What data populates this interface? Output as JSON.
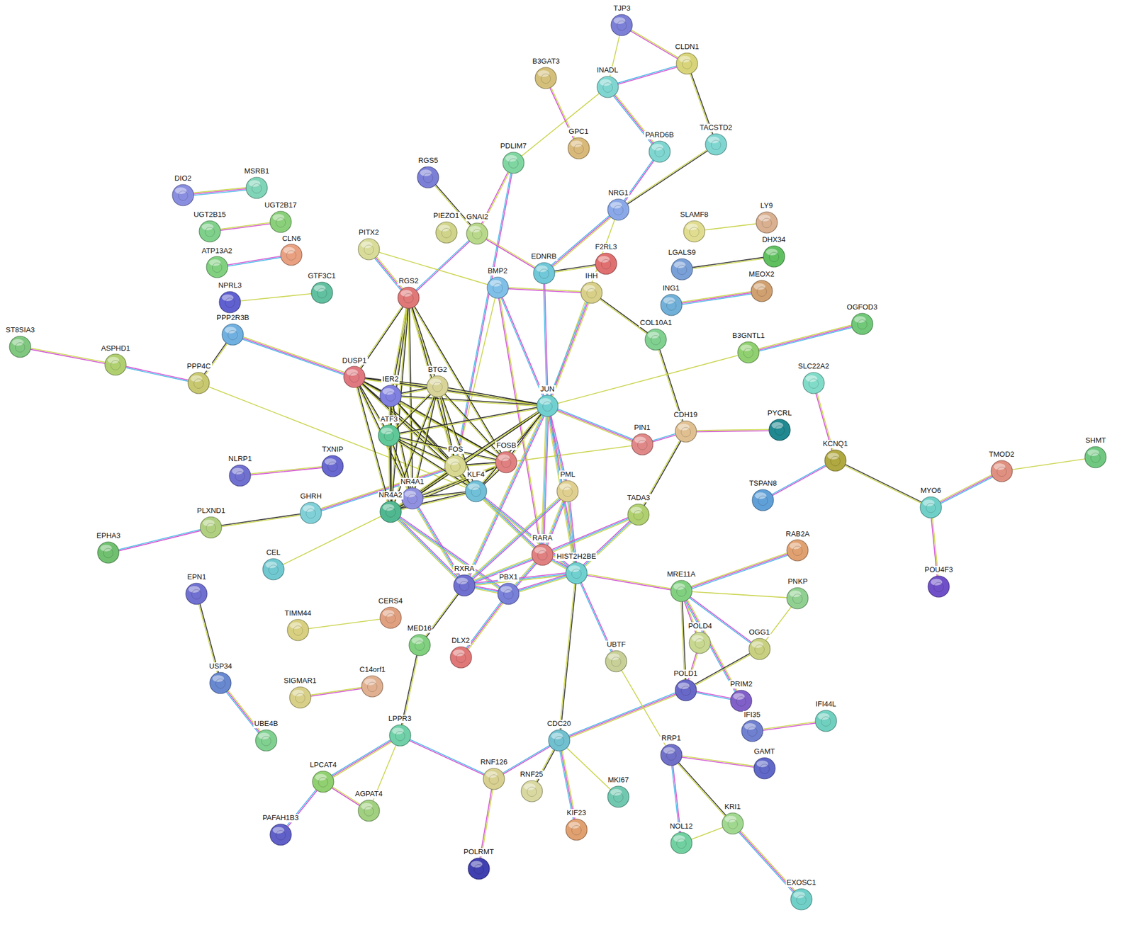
{
  "diagram": {
    "nodes": [
      {
        "text": [
          "TJP3"
        ]
      },
      {
        "text": [
          "CLDN1"
        ]
      },
      {
        "text": [
          "B3GAT3"
        ]
      },
      {
        "text": [
          "INADL"
        ]
      },
      {
        "text": [
          "GPC1"
        ]
      },
      {
        "text": [
          "PARD6B"
        ]
      },
      {
        "text": [
          "TACSTD2"
        ]
      },
      {
        "text": [
          "PDLIM7"
        ]
      },
      {
        "text": [
          "RGS5"
        ]
      },
      {
        "text": [
          "DIO2"
        ]
      },
      {
        "text": [
          "MSRB1"
        ]
      },
      {
        "text": [
          "NRG1"
        ]
      },
      {
        "text": [
          "SLAMF8"
        ]
      },
      {
        "text": [
          "LY9"
        ]
      },
      {
        "text": [
          "UGT2B15"
        ]
      },
      {
        "text": [
          "UGT2B17"
        ]
      },
      {
        "text": [
          "PIEZO1"
        ]
      },
      {
        "text": [
          "GNAI2"
        ]
      },
      {
        "text": [
          "PITX2"
        ]
      },
      {
        "text": [
          "CLN6"
        ]
      },
      {
        "text": [
          "ATP13A2"
        ]
      },
      {
        "text": [
          "DHX34"
        ]
      },
      {
        "text": [
          "F2RL3"
        ]
      },
      {
        "text": [
          "EDNRB"
        ]
      },
      {
        "text": [
          "BMP2"
        ]
      },
      {
        "text": [
          "IHH"
        ]
      },
      {
        "text": [
          "LGALS9"
        ]
      },
      {
        "text": [
          "MEOX2"
        ]
      },
      {
        "text": [
          "NPRL3"
        ]
      },
      {
        "text": [
          "GTF3C1"
        ]
      },
      {
        "text": [
          "RGS2"
        ]
      },
      {
        "text": [
          "ING1"
        ]
      },
      {
        "text": [
          "PPP2R3B"
        ]
      },
      {
        "text": [
          "OGFOD3"
        ]
      },
      {
        "text": [
          "COL10A1"
        ]
      },
      {
        "text": [
          "ST8SIA3"
        ]
      },
      {
        "text": [
          "ASPHD1"
        ]
      },
      {
        "text": [
          "B3GNTL1"
        ]
      },
      {
        "text": [
          "DUSP1"
        ]
      },
      {
        "text": [
          "PPP4C"
        ]
      },
      {
        "text": [
          "BTG2"
        ]
      },
      {
        "text": [
          "IER2"
        ]
      },
      {
        "text": [
          "JUN"
        ]
      },
      {
        "text": [
          "SLC22A2"
        ]
      },
      {
        "text": [
          "ATF3"
        ]
      },
      {
        "text": [
          "CDH19"
        ]
      },
      {
        "text": [
          "PYCRL"
        ]
      },
      {
        "text": [
          "PIN1"
        ]
      },
      {
        "text": [
          "NLRP1"
        ]
      },
      {
        "text": [
          "TXNIP"
        ]
      },
      {
        "text": [
          "FOSB"
        ]
      },
      {
        "text": [
          "FOS"
        ]
      },
      {
        "text": [
          "KCNQ1"
        ]
      },
      {
        "text": [
          "SHMT"
        ]
      },
      {
        "text": [
          "TMOD2"
        ]
      },
      {
        "text": [
          "NR4A1"
        ]
      },
      {
        "text": [
          "KLF4"
        ]
      },
      {
        "text": [
          "PML"
        ]
      },
      {
        "text": [
          "GHRH"
        ]
      },
      {
        "text": [
          "NR4A2"
        ]
      },
      {
        "text": [
          "PLXND1"
        ]
      },
      {
        "text": [
          "TADA3"
        ]
      },
      {
        "text": [
          "TSPAN8"
        ]
      },
      {
        "text": [
          "MYO6"
        ]
      },
      {
        "text": [
          "EPHA3"
        ]
      },
      {
        "text": [
          "RARA"
        ]
      },
      {
        "text": [
          "CEL"
        ]
      },
      {
        "text": [
          "RAB2A"
        ]
      },
      {
        "text": [
          "HIST2H2BE"
        ]
      },
      {
        "text": [
          "RXRA"
        ]
      },
      {
        "text": [
          "PBX1"
        ]
      },
      {
        "text": [
          "MRE11A"
        ]
      },
      {
        "text": [
          "PNKP"
        ]
      },
      {
        "text": [
          "POU4F3"
        ]
      },
      {
        "text": [
          "EPN1"
        ]
      },
      {
        "text": [
          "CERS4"
        ]
      },
      {
        "text": [
          "TIMM44"
        ]
      },
      {
        "text": [
          "MED16"
        ]
      },
      {
        "text": [
          "POLD4"
        ]
      },
      {
        "text": [
          "OGG1"
        ]
      },
      {
        "text": [
          "DLX2"
        ]
      },
      {
        "text": [
          "UBTF"
        ]
      },
      {
        "text": [
          "USP34"
        ]
      },
      {
        "text": [
          "C14orf1"
        ]
      },
      {
        "text": [
          "SIGMAR1"
        ]
      },
      {
        "text": [
          "POLD1"
        ]
      },
      {
        "text": [
          "PRIM2"
        ]
      },
      {
        "text": [
          "IFI35"
        ]
      },
      {
        "text": [
          "IFI44L"
        ]
      },
      {
        "text": [
          "LPPR3"
        ]
      },
      {
        "text": [
          "CDC20"
        ]
      },
      {
        "text": [
          "UBE4B"
        ]
      },
      {
        "text": [
          "RRP1"
        ]
      },
      {
        "text": [
          "GAMT"
        ]
      },
      {
        "text": [
          "LPCAT4"
        ]
      },
      {
        "text": [
          "RNF126"
        ]
      },
      {
        "text": [
          "RNF25"
        ]
      },
      {
        "text": [
          "MKI67"
        ]
      },
      {
        "text": [
          "AGPAT4"
        ]
      },
      {
        "text": [
          "KRI1"
        ]
      },
      {
        "text": [
          "KIF23"
        ]
      },
      {
        "text": [
          "NOL12"
        ]
      },
      {
        "text": [
          "PAFAH1B3"
        ]
      },
      {
        "text": [
          "POLRMT"
        ]
      },
      {
        "text": [
          "EXOSC1"
        ]
      }
    ],
    "edges": [
      {
        "from": 0,
        "to": 3,
        "arrow": "none"
      },
      {
        "from": 0,
        "to": 1,
        "arrow": "none"
      },
      {
        "from": 1,
        "to": 3,
        "arrow": "none"
      },
      {
        "from": 1,
        "to": 6,
        "arrow": "none"
      },
      {
        "from": 3,
        "to": 5,
        "arrow": "none"
      },
      {
        "from": 3,
        "to": 7,
        "arrow": "none"
      },
      {
        "from": 2,
        "to": 4,
        "arrow": "none"
      },
      {
        "from": 5,
        "to": 11,
        "arrow": "none"
      },
      {
        "from": 6,
        "to": 11,
        "arrow": "none"
      },
      {
        "from": 11,
        "to": 23,
        "arrow": "none"
      },
      {
        "from": 11,
        "to": 42,
        "arrow": "none"
      },
      {
        "from": 7,
        "to": 17,
        "arrow": "none"
      },
      {
        "from": 7,
        "to": 51,
        "arrow": "none"
      },
      {
        "from": 8,
        "to": 17,
        "arrow": "none"
      },
      {
        "from": 9,
        "to": 10,
        "arrow": "none"
      },
      {
        "from": 12,
        "to": 13,
        "arrow": "none"
      },
      {
        "from": 14,
        "to": 15,
        "arrow": "none"
      },
      {
        "from": 20,
        "to": 19,
        "arrow": "none"
      },
      {
        "from": 26,
        "to": 21,
        "arrow": "none"
      },
      {
        "from": 31,
        "to": 27,
        "arrow": "none"
      },
      {
        "from": 28,
        "to": 29,
        "arrow": "none"
      },
      {
        "from": 17,
        "to": 23,
        "arrow": "none"
      },
      {
        "from": 17,
        "to": 30,
        "arrow": "none"
      },
      {
        "from": 23,
        "to": 22,
        "arrow": "none"
      },
      {
        "from": 18,
        "to": 30,
        "arrow": "none"
      },
      {
        "from": 18,
        "to": 24,
        "arrow": "none"
      },
      {
        "from": 24,
        "to": 25,
        "arrow": "none"
      },
      {
        "from": 24,
        "to": 42,
        "arrow": "none"
      },
      {
        "from": 25,
        "to": 34,
        "arrow": "none"
      },
      {
        "from": 25,
        "to": 42,
        "arrow": "none"
      },
      {
        "from": 24,
        "to": 51,
        "arrow": "none"
      },
      {
        "from": 24,
        "to": 65,
        "arrow": "none"
      },
      {
        "from": 23,
        "to": 42,
        "arrow": "none"
      },
      {
        "from": 34,
        "to": 45,
        "arrow": "none"
      },
      {
        "from": 37,
        "to": 33,
        "arrow": "none"
      },
      {
        "from": 37,
        "to": 42,
        "arrow": "none"
      },
      {
        "from": 45,
        "to": 46,
        "arrow": "none"
      },
      {
        "from": 45,
        "to": 47,
        "arrow": "none"
      },
      {
        "from": 45,
        "to": 61,
        "arrow": "none"
      },
      {
        "from": 47,
        "to": 42,
        "arrow": "none"
      },
      {
        "from": 47,
        "to": 50,
        "arrow": "none"
      },
      {
        "from": 35,
        "to": 36,
        "arrow": "none"
      },
      {
        "from": 36,
        "to": 39,
        "arrow": "none"
      },
      {
        "from": 39,
        "to": 32,
        "arrow": "none"
      },
      {
        "from": 32,
        "to": 38,
        "arrow": "none"
      },
      {
        "from": 39,
        "to": 56,
        "arrow": "none"
      },
      {
        "from": 48,
        "to": 49,
        "arrow": "none"
      },
      {
        "from": 60,
        "to": 64,
        "arrow": "none"
      },
      {
        "from": 60,
        "to": 58,
        "arrow": "none"
      },
      {
        "from": 58,
        "to": 51,
        "arrow": "none"
      },
      {
        "from": 66,
        "to": 59,
        "arrow": "none"
      },
      {
        "from": 43,
        "to": 52,
        "arrow": "none"
      },
      {
        "from": 52,
        "to": 62,
        "arrow": "none"
      },
      {
        "from": 52,
        "to": 63,
        "arrow": "none"
      },
      {
        "from": 63,
        "to": 54,
        "arrow": "none"
      },
      {
        "from": 54,
        "to": 53,
        "arrow": "none"
      },
      {
        "from": 63,
        "to": 73,
        "arrow": "none"
      },
      {
        "from": 30,
        "to": 38,
        "arrow": "none"
      },
      {
        "from": 30,
        "to": 41,
        "arrow": "none"
      },
      {
        "from": 30,
        "to": 44,
        "arrow": "none"
      },
      {
        "from": 30,
        "to": 51,
        "arrow": "none"
      },
      {
        "from": 30,
        "to": 50,
        "arrow": "none"
      },
      {
        "from": 30,
        "to": 55,
        "arrow": "none"
      },
      {
        "from": 30,
        "to": 59,
        "arrow": "none"
      },
      {
        "from": 30,
        "to": 40,
        "arrow": "none"
      },
      {
        "from": 38,
        "to": 41,
        "arrow": "none"
      },
      {
        "from": 38,
        "to": 44,
        "arrow": "none"
      },
      {
        "from": 38,
        "to": 51,
        "arrow": "none"
      },
      {
        "from": 38,
        "to": 50,
        "arrow": "none"
      },
      {
        "from": 38,
        "to": 55,
        "arrow": "none"
      },
      {
        "from": 38,
        "to": 59,
        "arrow": "none"
      },
      {
        "from": 38,
        "to": 40,
        "arrow": "none"
      },
      {
        "from": 38,
        "to": 42,
        "arrow": "none"
      },
      {
        "from": 38,
        "to": 56,
        "arrow": "none"
      },
      {
        "from": 41,
        "to": 40,
        "arrow": "none"
      },
      {
        "from": 41,
        "to": 44,
        "arrow": "none"
      },
      {
        "from": 41,
        "to": 51,
        "arrow": "none"
      },
      {
        "from": 41,
        "to": 50,
        "arrow": "none"
      },
      {
        "from": 41,
        "to": 55,
        "arrow": "none"
      },
      {
        "from": 41,
        "to": 59,
        "arrow": "none"
      },
      {
        "from": 41,
        "to": 42,
        "arrow": "none"
      },
      {
        "from": 41,
        "to": 56,
        "arrow": "none"
      },
      {
        "from": 40,
        "to": 44,
        "arrow": "none"
      },
      {
        "from": 40,
        "to": 51,
        "arrow": "none"
      },
      {
        "from": 40,
        "to": 50,
        "arrow": "none"
      },
      {
        "from": 40,
        "to": 55,
        "arrow": "none"
      },
      {
        "from": 40,
        "to": 59,
        "arrow": "none"
      },
      {
        "from": 40,
        "to": 42,
        "arrow": "none"
      },
      {
        "from": 40,
        "to": 56,
        "arrow": "none"
      },
      {
        "from": 44,
        "to": 51,
        "arrow": "none"
      },
      {
        "from": 44,
        "to": 50,
        "arrow": "none"
      },
      {
        "from": 44,
        "to": 42,
        "arrow": "none"
      },
      {
        "from": 44,
        "to": 55,
        "arrow": "none"
      },
      {
        "from": 44,
        "to": 59,
        "arrow": "none"
      },
      {
        "from": 44,
        "to": 56,
        "arrow": "none"
      },
      {
        "from": 51,
        "to": 50,
        "arrow": "none"
      },
      {
        "from": 51,
        "to": 42,
        "arrow": "none"
      },
      {
        "from": 51,
        "to": 55,
        "arrow": "none"
      },
      {
        "from": 51,
        "to": 59,
        "arrow": "none"
      },
      {
        "from": 51,
        "to": 56,
        "arrow": "none"
      },
      {
        "from": 50,
        "to": 42,
        "arrow": "none"
      },
      {
        "from": 50,
        "to": 55,
        "arrow": "none"
      },
      {
        "from": 50,
        "to": 59,
        "arrow": "none"
      },
      {
        "from": 50,
        "to": 56,
        "arrow": "none"
      },
      {
        "from": 42,
        "to": 56,
        "arrow": "none"
      },
      {
        "from": 42,
        "to": 55,
        "arrow": "none"
      },
      {
        "from": 55,
        "to": 59,
        "arrow": "none"
      },
      {
        "from": 55,
        "to": 56,
        "arrow": "none"
      },
      {
        "from": 59,
        "to": 56,
        "arrow": "none"
      },
      {
        "from": 42,
        "to": 57,
        "arrow": "none"
      },
      {
        "from": 42,
        "to": 65,
        "arrow": "none"
      },
      {
        "from": 42,
        "to": 68,
        "arrow": "none"
      },
      {
        "from": 42,
        "to": 69,
        "arrow": "none"
      },
      {
        "from": 56,
        "to": 65,
        "arrow": "none"
      },
      {
        "from": 56,
        "to": 68,
        "arrow": "none"
      },
      {
        "from": 55,
        "to": 69,
        "arrow": "none"
      },
      {
        "from": 59,
        "to": 69,
        "arrow": "none"
      },
      {
        "from": 59,
        "to": 70,
        "arrow": "none"
      },
      {
        "from": 57,
        "to": 65,
        "arrow": "none"
      },
      {
        "from": 57,
        "to": 68,
        "arrow": "none"
      },
      {
        "from": 57,
        "to": 69,
        "arrow": "none"
      },
      {
        "from": 65,
        "to": 69,
        "arrow": "none"
      },
      {
        "from": 65,
        "to": 70,
        "arrow": "none"
      },
      {
        "from": 65,
        "to": 68,
        "arrow": "none"
      },
      {
        "from": 65,
        "to": 61,
        "arrow": "none"
      },
      {
        "from": 69,
        "to": 70,
        "arrow": "none"
      },
      {
        "from": 69,
        "to": 68,
        "arrow": "none"
      },
      {
        "from": 70,
        "to": 68,
        "arrow": "none"
      },
      {
        "from": 69,
        "to": 77,
        "arrow": "none"
      },
      {
        "from": 70,
        "to": 80,
        "arrow": "none"
      },
      {
        "from": 68,
        "to": 61,
        "arrow": "none"
      },
      {
        "from": 68,
        "to": 71,
        "arrow": "none"
      },
      {
        "from": 68,
        "to": 81,
        "arrow": "none"
      },
      {
        "from": 68,
        "to": 90,
        "arrow": "none"
      },
      {
        "from": 71,
        "to": 67,
        "arrow": "none"
      },
      {
        "from": 71,
        "to": 72,
        "arrow": "none"
      },
      {
        "from": 71,
        "to": 78,
        "arrow": "none"
      },
      {
        "from": 71,
        "to": 79,
        "arrow": "none"
      },
      {
        "from": 71,
        "to": 85,
        "arrow": "none"
      },
      {
        "from": 71,
        "to": 86,
        "arrow": "none"
      },
      {
        "from": 72,
        "to": 79,
        "arrow": "none"
      },
      {
        "from": 78,
        "to": 85,
        "arrow": "none"
      },
      {
        "from": 85,
        "to": 86,
        "arrow": "none"
      },
      {
        "from": 85,
        "to": 79,
        "arrow": "none"
      },
      {
        "from": 85,
        "to": 90,
        "arrow": "none"
      },
      {
        "from": 81,
        "to": 92,
        "arrow": "none"
      },
      {
        "from": 92,
        "to": 93,
        "arrow": "none"
      },
      {
        "from": 92,
        "to": 101,
        "arrow": "none"
      },
      {
        "from": 92,
        "to": 99,
        "arrow": "none"
      },
      {
        "from": 99,
        "to": 104,
        "arrow": "none"
      },
      {
        "from": 101,
        "to": 99,
        "arrow": "none"
      },
      {
        "from": 87,
        "to": 88,
        "arrow": "none"
      },
      {
        "from": 90,
        "to": 95,
        "arrow": "none"
      },
      {
        "from": 90,
        "to": 96,
        "arrow": "none"
      },
      {
        "from": 90,
        "to": 100,
        "arrow": "none"
      },
      {
        "from": 90,
        "to": 97,
        "arrow": "none"
      },
      {
        "from": 95,
        "to": 103,
        "arrow": "none"
      },
      {
        "from": 95,
        "to": 89,
        "arrow": "none"
      },
      {
        "from": 89,
        "to": 77,
        "arrow": "none"
      },
      {
        "from": 89,
        "to": 94,
        "arrow": "none"
      },
      {
        "from": 89,
        "to": 98,
        "arrow": "none"
      },
      {
        "from": 94,
        "to": 98,
        "arrow": "none"
      },
      {
        "from": 94,
        "to": 102,
        "arrow": "none"
      },
      {
        "from": 74,
        "to": 82,
        "arrow": "none"
      },
      {
        "from": 82,
        "to": 91,
        "arrow": "none"
      },
      {
        "from": 76,
        "to": 75,
        "arrow": "none"
      },
      {
        "from": 84,
        "to": 83,
        "arrow": "none"
      }
    ]
  }
}
